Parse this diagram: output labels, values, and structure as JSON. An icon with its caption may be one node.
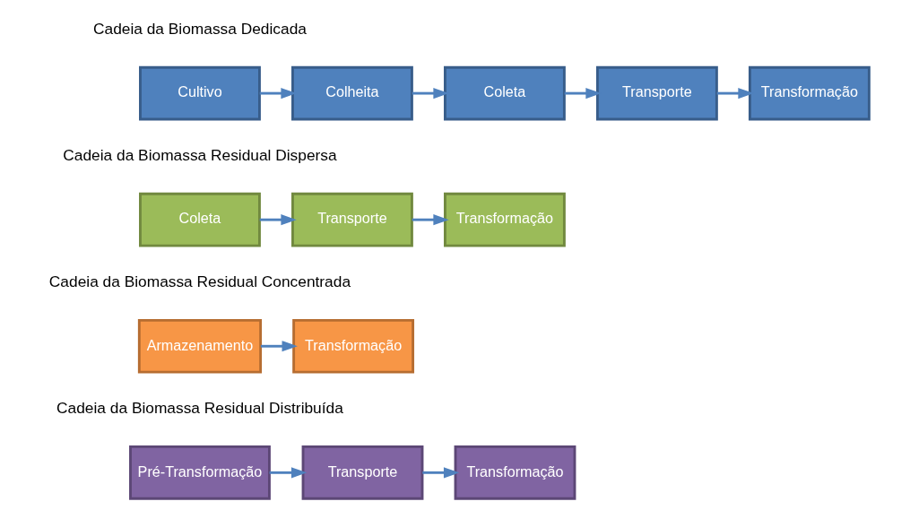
{
  "diagram": {
    "nodes": [
      {
        "text": [
          "Cultivo"
        ]
      },
      {
        "text": [
          "Colheita"
        ]
      },
      {
        "text": [
          "Coleta"
        ]
      },
      {
        "text": [
          "Transporte"
        ]
      },
      {
        "text": [
          "Transformação"
        ]
      },
      {
        "text": [
          "Coleta"
        ]
      },
      {
        "text": [
          "Transporte"
        ]
      },
      {
        "text": [
          "Transformação"
        ]
      },
      {
        "text": [
          "Armazenamento"
        ]
      },
      {
        "text": [
          "Transformação"
        ]
      },
      {
        "text": [
          "Pré-Transformação"
        ]
      },
      {
        "text": [
          "Transporte"
        ]
      },
      {
        "text": [
          "Transformação"
        ]
      }
    ],
    "edges": [
      {
        "from": 0,
        "to": 1,
        "arrow": "to"
      },
      {
        "from": 1,
        "to": 2,
        "arrow": "to"
      },
      {
        "from": 2,
        "to": 3,
        "arrow": "to"
      },
      {
        "from": 3,
        "to": 4,
        "arrow": "to"
      },
      {
        "from": 5,
        "to": 6,
        "arrow": "to"
      },
      {
        "from": 6,
        "to": 7,
        "arrow": "to"
      },
      {
        "from": 8,
        "to": 9,
        "arrow": "to"
      },
      {
        "from": 10,
        "to": 11,
        "arrow": "to"
      },
      {
        "from": 11,
        "to": 12,
        "arrow": "to"
      }
    ],
    "labels": [
      "Cadeia da Biomassa Dedicada",
      "Cadeia da Biomassa Residual Dispersa",
      "Cadeia da Biomassa Residual Concentrada",
      "Cadeia da Biomassa Residual Distribuída"
    ]
  }
}
